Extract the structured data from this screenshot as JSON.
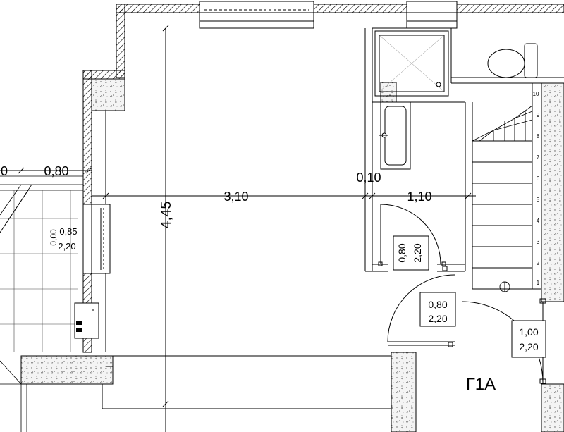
{
  "dimensions": {
    "left_partial": "0",
    "left_width": "0,80",
    "room_width": "3,10",
    "room_depth": "4,45",
    "wall_thickness": "0,10",
    "corridor_width": "1,10"
  },
  "window": {
    "sill_height": "0,00",
    "width": "0,85",
    "height": "2,20"
  },
  "doors": {
    "bathroom": {
      "width": "0,80",
      "height": "2,20"
    },
    "main": {
      "width": "0,80",
      "height": "2,20"
    },
    "entrance": {
      "width": "1,00",
      "height": "2,20"
    }
  },
  "stairs": {
    "steps": [
      "1",
      "2",
      "3",
      "4",
      "5",
      "6",
      "7",
      "8",
      "9",
      "10"
    ]
  },
  "room_label": "Г1А"
}
